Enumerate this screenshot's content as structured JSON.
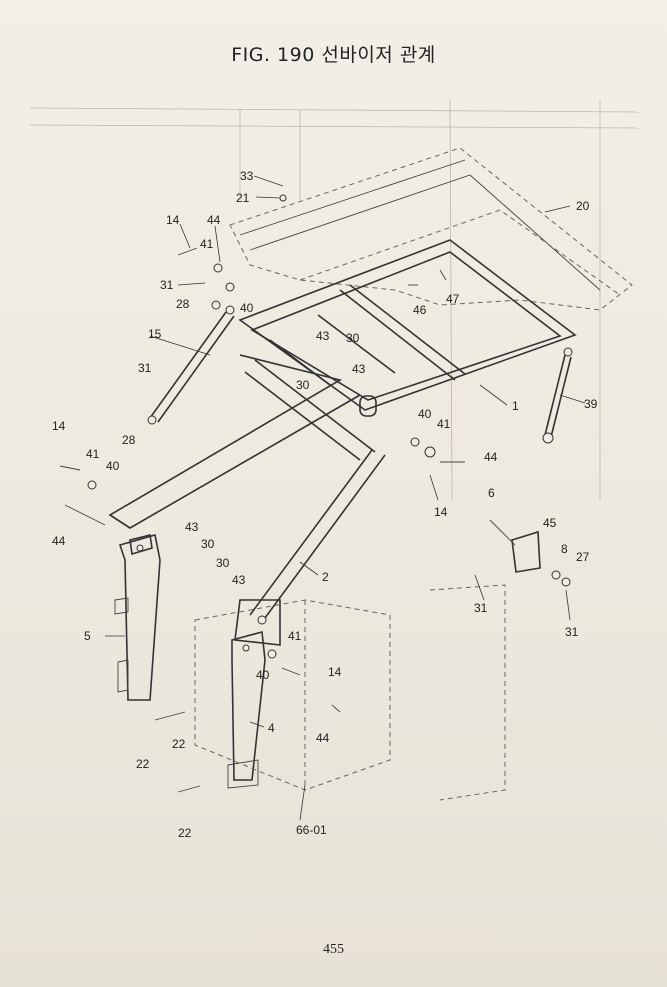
{
  "header": {
    "title": "FIG. 190 선바이저 관계"
  },
  "footer": {
    "page_number": "455"
  },
  "diagram": {
    "callouts": [
      "33",
      "21",
      "20",
      "14",
      "44",
      "41",
      "31",
      "28",
      "40",
      "46",
      "47",
      "15",
      "43",
      "30",
      "31",
      "28",
      "30",
      "43",
      "40",
      "41",
      "44",
      "1",
      "39",
      "14",
      "41",
      "40",
      "44",
      "14",
      "43",
      "30",
      "30",
      "43",
      "6",
      "45",
      "8",
      "27",
      "2",
      "5",
      "41",
      "40",
      "14",
      "31",
      "31",
      "4",
      "44",
      "22",
      "22",
      "22",
      "66-01"
    ]
  }
}
